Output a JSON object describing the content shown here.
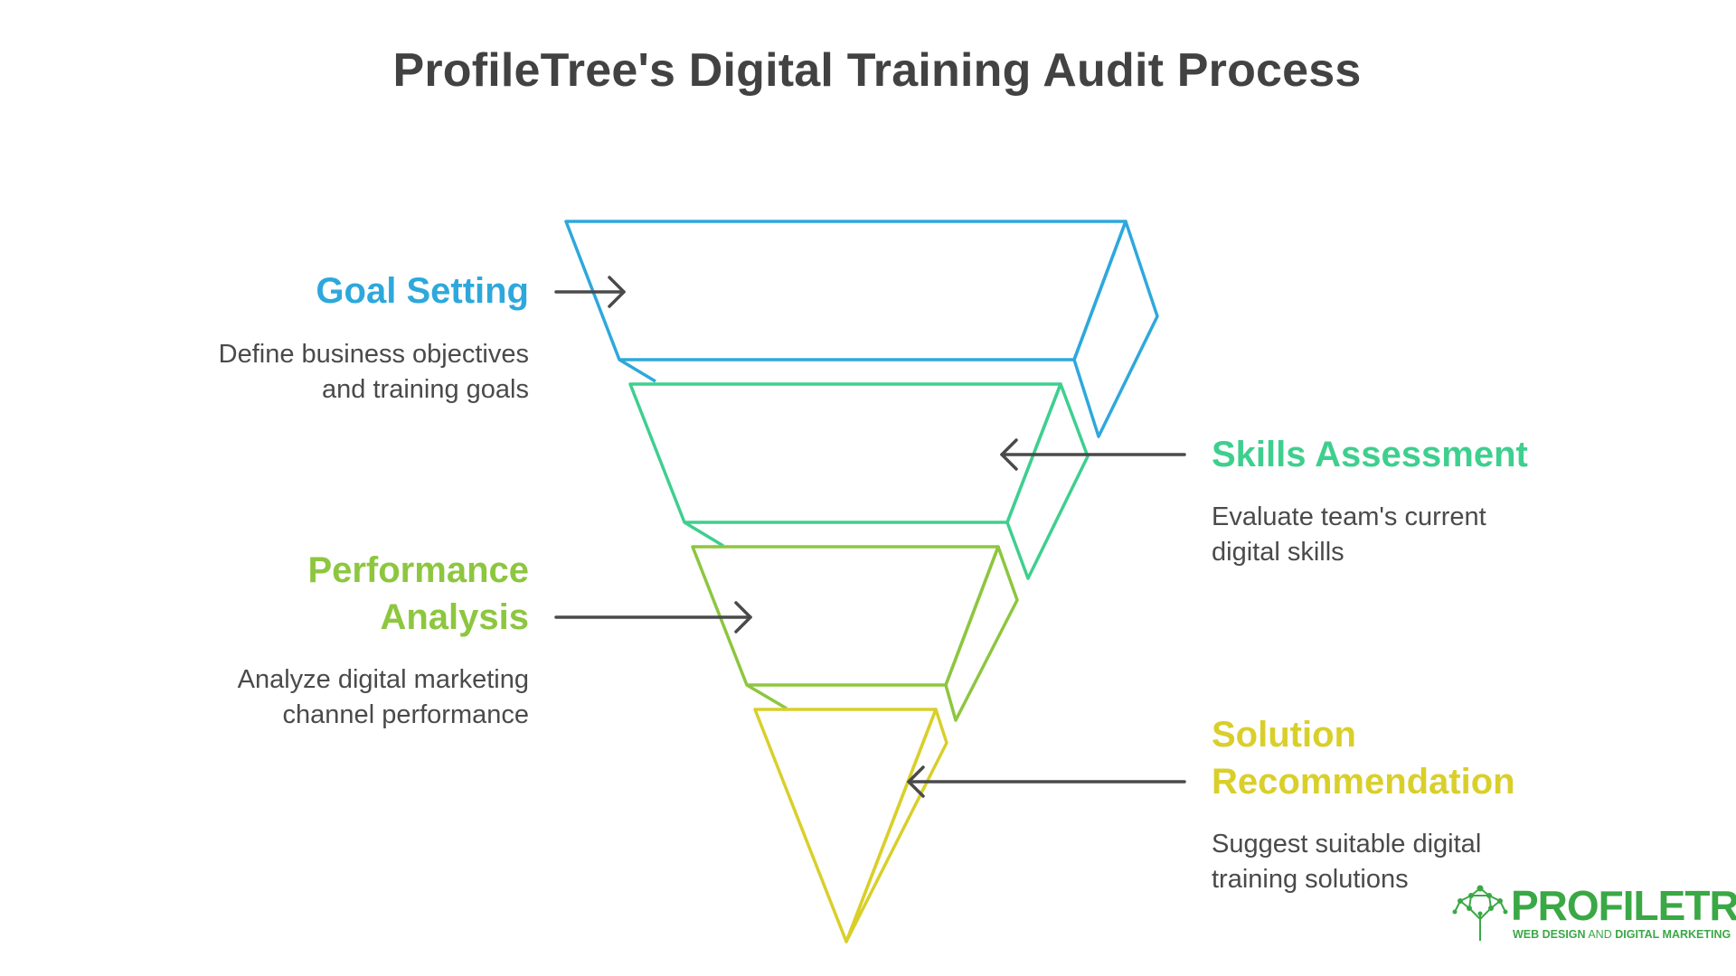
{
  "title": "ProfileTree's Digital Training Audit Process",
  "colors": {
    "goal": "#2ea8dc",
    "skills": "#3ecf8e",
    "performance": "#8dc63f",
    "solution": "#d9cf2b",
    "arrow": "#4a4a4a",
    "title": "#424242",
    "logo": "#3aa845"
  },
  "steps": [
    {
      "title": "Goal Setting",
      "description": [
        "Define business objectives",
        "and training goals"
      ]
    },
    {
      "title": "Skills Assessment",
      "description": [
        "Evaluate team's current",
        "digital skills"
      ]
    },
    {
      "title": [
        "Performance",
        "Analysis"
      ],
      "description": [
        "Analyze digital marketing",
        "channel performance"
      ]
    },
    {
      "title": [
        "Solution",
        "Recommendation"
      ],
      "description": [
        "Suggest suitable digital",
        "training solutions"
      ]
    }
  ],
  "logo": {
    "icon": "network-tree-icon",
    "word": "PROFILETREE",
    "tagline_part1": "WEB DESIGN",
    "tagline_part2": " AND ",
    "tagline_part3": "DIGITAL MARKETING"
  }
}
